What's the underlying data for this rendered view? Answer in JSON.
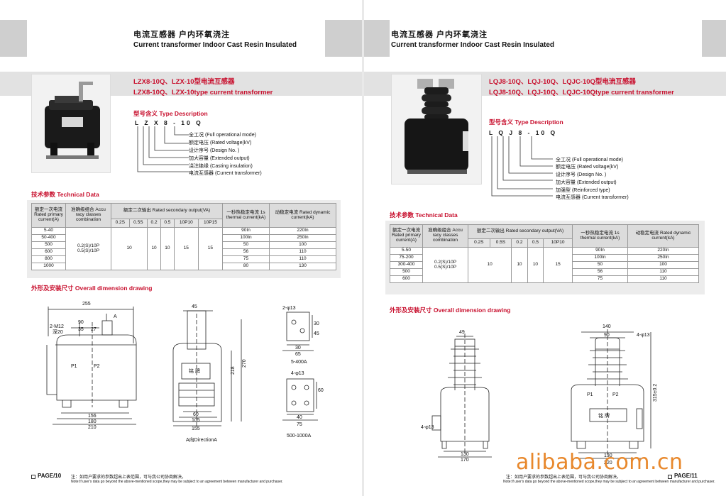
{
  "left": {
    "header_cn": "电流互感器 户内环氧浇注",
    "header_en": "Current transformer Indoor Cast Resin Insulated",
    "product_cn": "LZX8-10Q、LZX-10型电流互感器",
    "product_en": "LZX8-10Q、LZX-10type current transformer",
    "type_title": "型号含义 Type Description",
    "code": "L Z X 8 - 10 Q",
    "code_items": [
      "全工况 (Full operational mode)",
      "额定电压 (Rated voltage(kV)",
      "设计序号 (Design No. )",
      "加大容量 (Extended output)",
      "浇注绝缘 (Casting insulation)",
      "电流互感器 (Current transformer)"
    ],
    "tech_title": "技术参数 Technical Data",
    "table": {
      "h_current": "额定一次电流 Rated primary current(A)",
      "h_accuracy": "准确级组合 Accu racy classes combination",
      "h_output": "额定二次输出 Rated secondary output(VA)",
      "h_thermal": "一秒热稳定电流 1s thermal current(kA)",
      "h_dynamic": "动稳定电流 Rated dynamic current(kA)",
      "sub": [
        "0.2S",
        "0.5S",
        "0.2",
        "0.5",
        "10P10",
        "10P15"
      ],
      "currents": [
        "5-40",
        "50-400",
        "500",
        "600",
        "800",
        "1000"
      ],
      "accuracy": [
        "0.2(S)/10P",
        "0.5(S)/10P"
      ],
      "outputs": [
        "10",
        "10",
        "10",
        "15",
        "15"
      ],
      "thermal": [
        "90In",
        "100In",
        "50",
        "56",
        "75",
        "80"
      ],
      "dynamic": [
        "220In",
        "250In",
        "100",
        "110",
        "110",
        "130"
      ]
    },
    "dim_title": "外形及安装尺寸 Overall dimension drawing",
    "dims": {
      "d255": "255",
      "d90": "90",
      "m12": "2-M12",
      "deep20": "深20",
      "d35": "35",
      "d27": "27",
      "a": "A",
      "p1": "P1",
      "p2": "P2",
      "d156": "156",
      "d180": "180",
      "d210": "210",
      "d45": "45",
      "d218": "218",
      "d270": "270",
      "d60": "60",
      "d105": "105",
      "d155": "155",
      "plate": "铭 牌",
      "direction": "A向DirectionA",
      "holes2": "2-φ13",
      "d30": "30",
      "d65": "65",
      "d45b": "45",
      "range1": "5-400A",
      "holes4": "4-φ13",
      "d30b": "30",
      "d60b": "60",
      "d40": "40",
      "d75": "75",
      "range2": "500-1000A"
    },
    "footer_page": "PAGE/10",
    "footer_cn": "注：如用户要求的参数超出上表范围，可与我公司协商解决。",
    "footer_en": "Note:If user's data go beyond the above-mentioned scope,they may be subjiect to an agreement between manufacturer and purchaser."
  },
  "right": {
    "header_cn": "电流互感器 户内环氧浇注",
    "header_en": "Current transformer Indoor Cast Resin Insulated",
    "product_cn": "LQJ8-10Q、LQJ-10Q、LQJC-10Q型电流互感器",
    "product_en": "LQJ8-10Q、LQJ-10Q、LQJC-10Qtype current transformer",
    "type_title": "型号含义 Type Description",
    "code": "L Q J 8 - 10 Q",
    "code_items": [
      "全工况 (Full operational mode)",
      "额定电压 (Rated voltage(kV)",
      "设计序号 (Design No. )",
      "加大容量 (Extended output)",
      "加强型 (Reinforced type)",
      "电流互感器 (Current transformer)"
    ],
    "tech_title": "技术参数 Technical Data",
    "table": {
      "h_current": "额定一次电流 Rated primary current(A)",
      "h_accuracy": "准确级组合 Accu racy classes combination",
      "h_output": "额定二次输出 Rated secondary output(VA)",
      "h_thermal": "一秒热稳定电流 1s thermal current(kA)",
      "h_dynamic": "动稳定电流 Rated dynamic current(kA)",
      "sub": [
        "0.2S",
        "0.5S",
        "0.2",
        "0.5",
        "10P10"
      ],
      "currents": [
        "5-50",
        "75-200",
        "300-400",
        "500",
        "600"
      ],
      "accuracy": [
        "0.2(S)/10P",
        "0.5(S)/10P"
      ],
      "outputs": [
        "10",
        "10",
        "10",
        "15"
      ],
      "thermal": [
        "90In",
        "100In",
        "50",
        "56",
        "75"
      ],
      "dynamic": [
        "220In",
        "250In",
        "100",
        "110",
        "110"
      ]
    },
    "dim_title": "外形及安装尺寸 Overall dimension drawing",
    "dims": {
      "d49": "49",
      "d140": "140",
      "d90": "90",
      "holes4": "4-φ13",
      "p1": "P1",
      "p2": "P2",
      "plate": "铭 牌",
      "d315": "315±0.2",
      "holes4b": "4-φ13",
      "d130": "130",
      "d170": "170",
      "d130b": "130",
      "d220": "220"
    },
    "watermark": "alibaba.com.cn",
    "footer_page": "PAGE/11",
    "footer_cn": "注：如用户要求的参数超出上表范围，可与我公司协商解决。",
    "footer_en": "Note:If user's data go beyond the above-mentioned scope,they may be subjiect to an agreement between manufacturer and purchaser."
  }
}
